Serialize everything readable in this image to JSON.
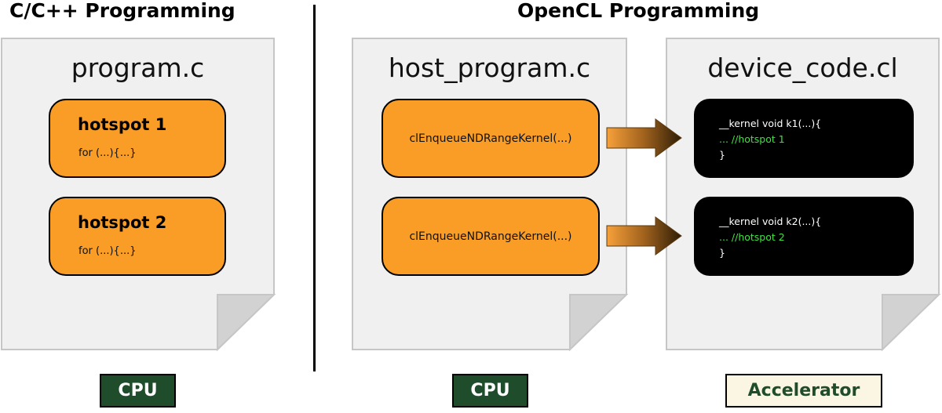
{
  "titles": {
    "left": "C/C++ Programming",
    "right": "OpenCL Programming"
  },
  "documents": {
    "program": {
      "filename": "program.c",
      "hotspots": [
        {
          "title": "hotspot 1",
          "code": "for (...){...}"
        },
        {
          "title": "hotspot 2",
          "code": "for (...){...}"
        }
      ]
    },
    "host": {
      "filename": "host_program.c",
      "calls": [
        "clEnqueueNDRangeKernel(...)",
        "clEnqueueNDRangeKernel(...)"
      ]
    },
    "device": {
      "filename": "device_code.cl",
      "kernels": [
        {
          "signature": "__kernel void k1(...){",
          "body": "... //hotspot 1",
          "close": "}"
        },
        {
          "signature": "__kernel void k2(...){",
          "body": "... //hotspot 2",
          "close": "}"
        }
      ]
    }
  },
  "hardware": {
    "left": "CPU",
    "middle": "CPU",
    "right": "Accelerator"
  },
  "colors": {
    "hotspot_fill": "#f99d26",
    "page_fill": "#f0f0f0",
    "kernel_bg": "#000000",
    "kernel_comment": "#3ee23e",
    "cpu_badge": "#1f4d2b",
    "accelerator_badge": "#fbf6e3"
  }
}
